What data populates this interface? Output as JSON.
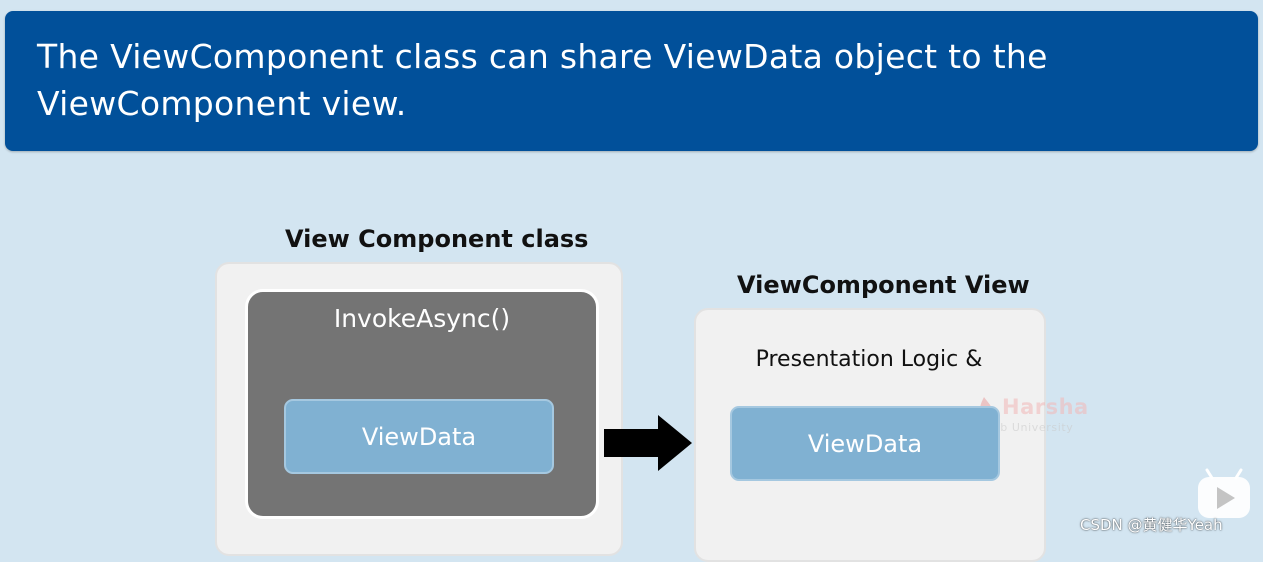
{
  "header": {
    "title": "The ViewComponent class can share ViewData object to the ViewComponent view."
  },
  "diagram": {
    "component_class": {
      "label": "View Component class",
      "method_label": "InvokeAsync()",
      "data_label": "ViewData"
    },
    "component_view": {
      "label": "ViewComponent View",
      "presentation_label": "Presentation Logic &",
      "data_label": "ViewData"
    },
    "arrow_icon": "right-arrow-icon"
  },
  "watermark": {
    "name": "Harsha",
    "subtitle": "Web University"
  },
  "overlay": {
    "play_icon": "play-icon",
    "credit": "CSDN @黄健华Yeah"
  },
  "colors": {
    "page_background": "#d3e5f1",
    "header_background": "#01509a",
    "method_box": "#747474",
    "data_box": "#80b1d2",
    "outer_box": "#f1f1f1"
  }
}
